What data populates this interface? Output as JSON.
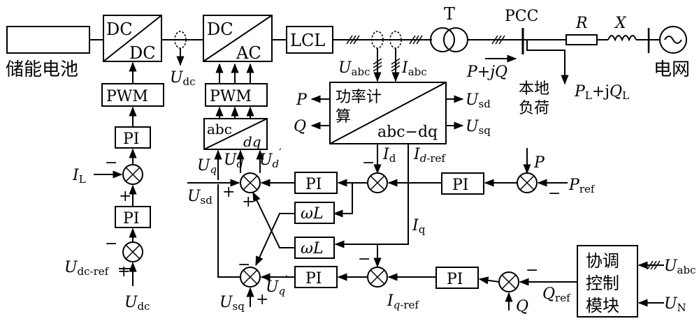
{
  "blocks": {
    "battery": "储能电池",
    "dcdc_top": "DC",
    "dcdc_bottom": "DC",
    "dcac_top": "DC",
    "dcac_bottom": "AC",
    "lcl": "LCL",
    "transformer": "T",
    "pcc": "PCC",
    "resistor": "R",
    "reactance": "X",
    "grid": "电网",
    "local_load_1": "本地",
    "local_load_2": "负荷",
    "pwm_left": "PWM",
    "pwm_right": "PWM",
    "pi_left_top": "PI",
    "pi_left_bottom": "PI",
    "abc_dq_top": "abc",
    "abc_dq_bottom": "dq",
    "power_calc_1": "功率计",
    "power_calc_2": "算",
    "power_calc_3": "abc−dq",
    "pi_d": "PI",
    "pi_p": "PI",
    "pi_q": "PI",
    "pi_Q": "PI",
    "omega_L_top": "ωL",
    "omega_L_bottom": "ωL",
    "coord_1": "协调",
    "coord_2": "控制",
    "coord_3": "模块"
  },
  "labels": {
    "u_dc_top": "U",
    "u_dc_top_sub": "dc",
    "u_abc": "U",
    "u_abc_sub": "abc",
    "i_abc": "I",
    "i_abc_sub": "abc",
    "p_jq": "P+jQ",
    "pl_jql": "P",
    "pl_sub": "L",
    "pl_plus": "+j",
    "ql": "Q",
    "ql_sub": "L",
    "p_out": "P",
    "q_out": "Q",
    "u_sd_out": "U",
    "u_sd_out_sub": "sd",
    "u_sq_out": "U",
    "u_sq_out_sub": "sq",
    "u_q_in": "U",
    "u_q_in_sub": "q",
    "u_d_in": "U",
    "u_d_in_sub": "d",
    "u_d_prime": "U",
    "u_d_prime_sub": "d",
    "prime": "′",
    "u_sd_left": "U",
    "u_sd_left_sub": "sd",
    "i_d": "I",
    "i_d_sub": "d",
    "i_d_ref": "I",
    "i_d_ref_sub": "d",
    "i_d_ref_sub2": "-ref",
    "p_meas": "P",
    "p_ref": "P",
    "p_ref_sub": "ref",
    "i_q": "I",
    "i_q_sub": "q",
    "i_q_ref": "I",
    "i_q_ref_sub": "q",
    "i_q_ref_sub2": "-ref",
    "q_meas": "Q",
    "q_ref": "Q",
    "q_ref_sub": "ref",
    "u_sq_bottom": "U",
    "u_sq_bottom_sub": "sq",
    "u_q_prime": "U",
    "u_q_prime_sub": "q",
    "u_abc_right": "U",
    "u_abc_right_sub": "abc",
    "u_n": "U",
    "u_n_sub": "N",
    "i_l": "I",
    "i_l_sub": "L",
    "u_dc_ref": "U",
    "u_dc_ref_sub": "dc-ref",
    "u_dc_bottom": "U",
    "u_dc_bottom_sub": "dc"
  },
  "signs": {
    "minus": "−",
    "plus": "+"
  }
}
